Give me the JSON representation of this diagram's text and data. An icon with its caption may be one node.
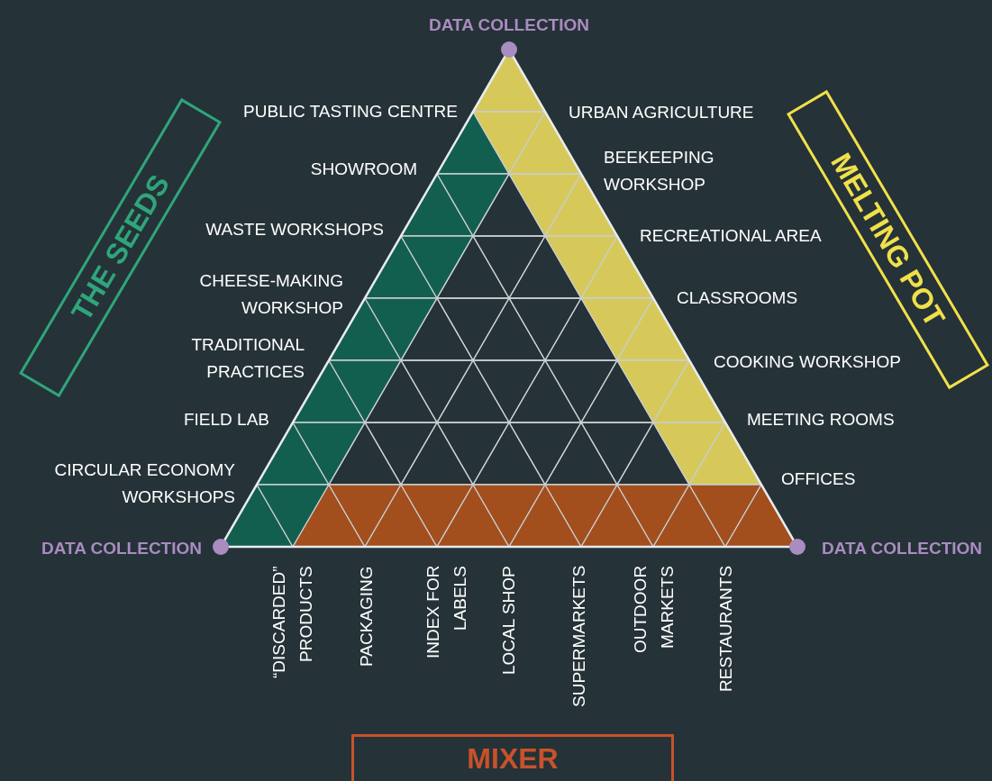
{
  "diagram": {
    "nodes": [
      {
        "text": [
          "THE SEEDS"
        ]
      },
      {
        "text": [
          "MELTING POT"
        ]
      },
      {
        "text": [
          "MIXER"
        ]
      }
    ],
    "labels": [
      "DATA COLLECTION",
      "PUBLIC TASTING CENTRE",
      "URBAN AGRICULTURE",
      "SHOWROOM",
      "BEEKEEPING WORKSHOP",
      "WASTE WORKSHOPS",
      "RECREATIONAL AREA",
      "CHEESE-MAKING WORKSHOP",
      "CLASSROOMS",
      "TRADITIONAL PRACTICES",
      "COOKING WORKSHOP",
      "FIELD LAB",
      "MEETING ROOMS",
      "CIRCULAR ECONOMY WORKSHOPS",
      "OFFICES",
      "DATA COLLECTION",
      "DATA COLLECTION",
      "“DISCARDED” PRODUCTS",
      "PACKAGING",
      "INDEX FOR LABELS",
      "LOCAL SHOP",
      "SUPERMARKETS",
      "OUTDOOR MARKETS",
      "RESTAURANTS"
    ]
  }
}
